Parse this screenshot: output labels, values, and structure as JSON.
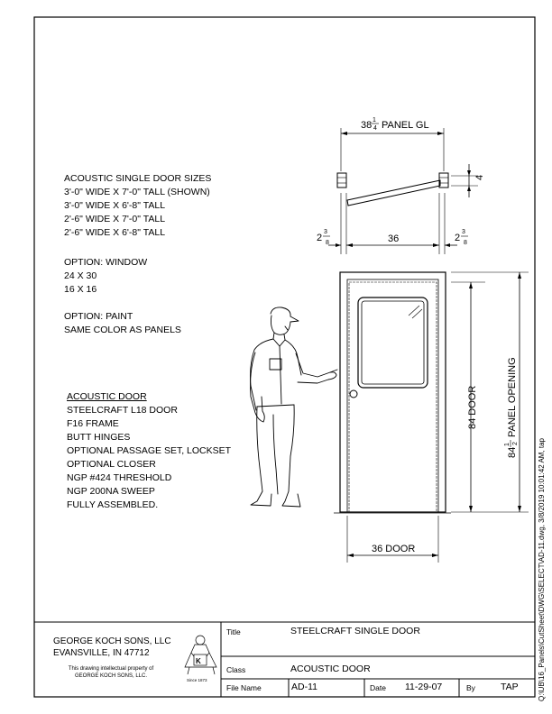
{
  "specs": {
    "sizes": {
      "heading": "ACOUSTIC SINGLE DOOR SIZES",
      "items": [
        "3'-0\" WIDE X 7'-0\" TALL (SHOWN)",
        "3'-0\" WIDE X 6'-8\" TALL",
        "2'-6\" WIDE X 7'-0\" TALL",
        "2'-6\" WIDE X 6'-8\" TALL"
      ]
    },
    "window": {
      "heading": "OPTION: WINDOW",
      "items": [
        "24 X 30",
        "16 X 16"
      ]
    },
    "paint": {
      "heading": "OPTION: PAINT",
      "items": [
        "SAME COLOR AS PANELS"
      ]
    },
    "door": {
      "heading": "ACOUSTIC DOOR",
      "items": [
        "STEELCRAFT L18 DOOR",
        "F16 FRAME",
        "BUTT HINGES",
        "OPTIONAL PASSAGE SET, LOCKSET",
        "OPTIONAL CLOSER",
        "NGP #424 THRESHOLD",
        "NGP 200NA SWEEP",
        "FULLY ASSEMBLED."
      ]
    }
  },
  "plan_view": {
    "panel_width": {
      "whole": "38",
      "num": "1",
      "den": "4",
      "suffix": "PANEL GL"
    },
    "frame_depth": "4",
    "jamb_left": {
      "whole": "2",
      "num": "3",
      "den": "8"
    },
    "opening": "36",
    "jamb_right": {
      "whole": "2",
      "num": "3",
      "den": "8"
    }
  },
  "elevation": {
    "door_height": "84 DOOR",
    "panel_opening": {
      "whole": "84",
      "num": "1",
      "den": "2",
      "suffix": "PANEL OPENING"
    },
    "door_width": "36 DOOR"
  },
  "title_block": {
    "company_name": "GEORGE KOCH SONS, LLC",
    "company_city": "EVANSVILLE, IN 47712",
    "notice_line1": "This drawing intellectual property of",
    "notice_line2": "GEORGE KOCH SONS, LLC.",
    "since": "Since 1873",
    "title_label": "Title",
    "title_value": "STEELCRAFT SINGLE DOOR",
    "class_label": "Class",
    "class_value": "ACOUSTIC DOOR",
    "file_label": "File Name",
    "file_value": "AD-11",
    "date_label": "Date",
    "date_value": "11-29-07",
    "by_label": "By",
    "by_value": "TAP"
  },
  "file_path": "Q:\\UB\\16_Panels\\CutSheet\\DWG\\SELECT\\AD-11.dwg, 3/8/2019 10:01:42 AM, tap"
}
